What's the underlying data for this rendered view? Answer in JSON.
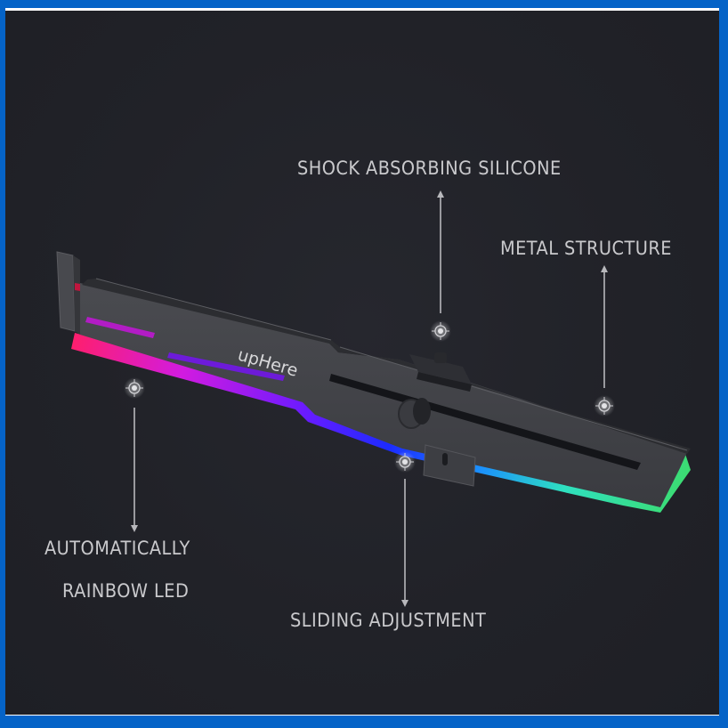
{
  "product": {
    "brand_logo_text": "upHere",
    "frame_color": "#0563c7",
    "background_color": "#22232a"
  },
  "callouts": [
    {
      "id": "shock",
      "text": "SHOCK ABSORBING SILICONE"
    },
    {
      "id": "metal",
      "text": "METAL STRUCTURE"
    },
    {
      "id": "rgb_line1",
      "text": "AUTOMATICALLY"
    },
    {
      "id": "rgb_line2",
      "text": "RAINBOW LED"
    },
    {
      "id": "sliding",
      "text": "SLIDING ADJUSTMENT"
    }
  ],
  "led_gradient": [
    "#ff1f6b",
    "#d21be0",
    "#6a1bff",
    "#1c2bff",
    "#1a8cff",
    "#2fe0c0",
    "#3ddc6a"
  ]
}
